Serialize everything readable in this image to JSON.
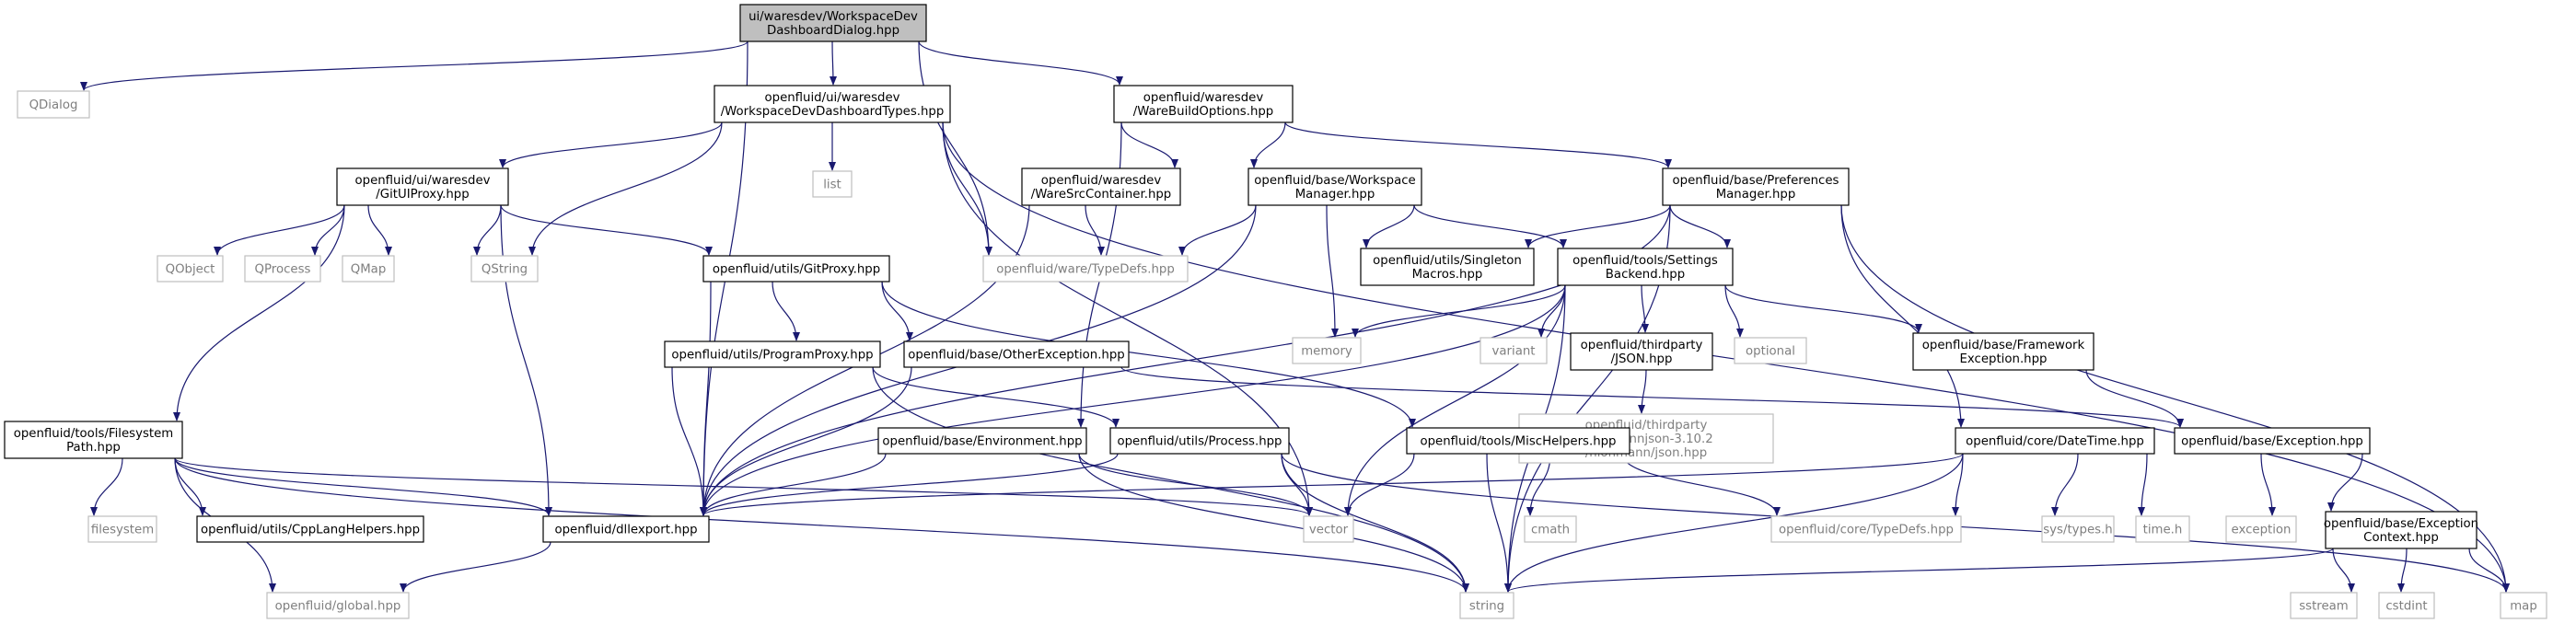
{
  "colors": {
    "edge": "#191970",
    "root_fill": "#bfbfbf",
    "box_border": "#000000",
    "std_border": "#bfbfbf",
    "std_text": "#7f7f7f"
  },
  "nodes": {
    "root": [
      "ui/waresdev/WorkspaceDev",
      "DashboardDialog.hpp"
    ],
    "qdialog": [
      "QDialog"
    ],
    "dashtypes": [
      "openfluid/ui/waresdev",
      "/WorkspaceDevDashboardTypes.hpp"
    ],
    "buildopts": [
      "openfluid/waresdev",
      "/WareBuildOptions.hpp"
    ],
    "list": [
      "list"
    ],
    "gituiproxy": [
      "openfluid/ui/waresdev",
      "/GitUIProxy.hpp"
    ],
    "waresrc": [
      "openfluid/waresdev",
      "/WareSrcContainer.hpp"
    ],
    "wsmanager": [
      "openfluid/base/Workspace",
      "Manager.hpp"
    ],
    "prefmanager": [
      "openfluid/base/Preferences",
      "Manager.hpp"
    ],
    "qobject": [
      "QObject"
    ],
    "qprocess": [
      "QProcess"
    ],
    "qmap": [
      "QMap"
    ],
    "qstring": [
      "QString"
    ],
    "waretypedefs": [
      "openfluid/ware/TypeDefs.hpp"
    ],
    "singleton": [
      "openfluid/utils/Singleton",
      "Macros.hpp"
    ],
    "settings": [
      "openfluid/tools/Settings",
      "Backend.hpp"
    ],
    "gitproxy": [
      "openfluid/utils/GitProxy.hpp"
    ],
    "memory": [
      "memory"
    ],
    "variant": [
      "variant"
    ],
    "json": [
      "openfluid/thirdparty",
      "/JSON.hpp"
    ],
    "optional": [
      "optional"
    ],
    "fwexc": [
      "openfluid/base/Framework",
      "Exception.hpp"
    ],
    "progproxy": [
      "openfluid/utils/ProgramProxy.hpp"
    ],
    "otherexc": [
      "openfluid/base/OtherException.hpp"
    ],
    "nlohmann": [
      "openfluid/thirdparty",
      "/nlohmannjson-3.10.2",
      "/nlohmann/json.hpp"
    ],
    "fspath": [
      "openfluid/tools/Filesystem",
      "Path.hpp"
    ],
    "env": [
      "openfluid/base/Environment.hpp"
    ],
    "process": [
      "openfluid/utils/Process.hpp"
    ],
    "mischelpers": [
      "openfluid/tools/MiscHelpers.hpp"
    ],
    "datetime": [
      "openfluid/core/DateTime.hpp"
    ],
    "exception": [
      "openfluid/base/Exception.hpp"
    ],
    "filesystem": [
      "filesystem"
    ],
    "cpplang": [
      "openfluid/utils/CppLangHelpers.hpp"
    ],
    "dllexport": [
      "openfluid/dllexport.hpp"
    ],
    "vector": [
      "vector"
    ],
    "cmath": [
      "cmath"
    ],
    "coretypedefs": [
      "openfluid/core/TypeDefs.hpp"
    ],
    "systypes": [
      "sys/types.h"
    ],
    "timeh": [
      "time.h"
    ],
    "stdexception": [
      "exception"
    ],
    "exccontext": [
      "openfluid/base/Exception",
      "Context.hpp"
    ],
    "global": [
      "openfluid/global.hpp"
    ],
    "string": [
      "string"
    ],
    "sstream": [
      "sstream"
    ],
    "cstdint": [
      "cstdint"
    ],
    "map": [
      "map"
    ]
  }
}
